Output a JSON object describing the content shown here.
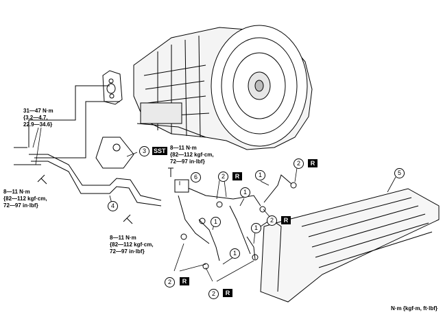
{
  "torque_specs": {
    "upper_left": {
      "line1": "31—47 N·m",
      "line2": "{3.2—4.7,",
      "line3": "22.9—34.6}"
    },
    "lower_left": {
      "line1": "8—11 N·m",
      "line2": "{82—112 kgf·cm,",
      "line3": "72—97 in·lbf}"
    },
    "center_top": {
      "line1": "8—11 N·m",
      "line2": "{82—112 kgf·cm,",
      "line3": "72—97 in·lbf}"
    },
    "center_bottom": {
      "line1": "8—11 N·m",
      "line2": "{82—112 kgf·cm,",
      "line3": "72—97 in·lbf}"
    }
  },
  "callouts": {
    "c1": "1",
    "c2": "2",
    "c3": "3",
    "c4": "4",
    "c5": "5",
    "c6": "6"
  },
  "badges": {
    "sst": "SST",
    "replace": "R"
  },
  "units_legend": "N·m {kgf·m, ft·lbf}"
}
